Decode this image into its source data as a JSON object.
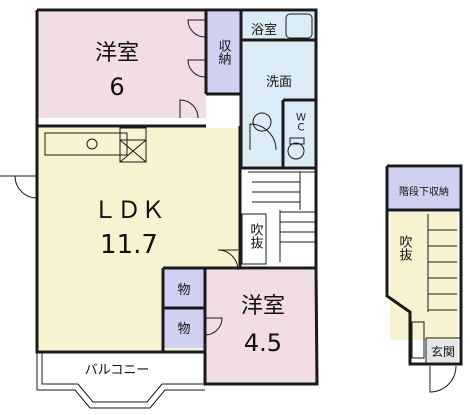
{
  "rooms": {
    "western_6": {
      "label": "洋室",
      "size": "6",
      "fill": "#f0dde6"
    },
    "closet": {
      "label": "収納",
      "fill": "#d0d0f0"
    },
    "bath": {
      "label": "浴室",
      "fill": "#dcecf6"
    },
    "washroom": {
      "label": "洗面",
      "fill": "#dcecf6"
    },
    "toilet": {
      "label": "ＷＣ",
      "fill": "#dcecf6"
    },
    "ldk": {
      "label": "ＬＤＫ",
      "size": "11.7",
      "fill": "#f7f3d0"
    },
    "void_upper": {
      "label": "吹抜"
    },
    "storage_1": {
      "label": "物",
      "fill": "#d0d0f0"
    },
    "storage_2": {
      "label": "物",
      "fill": "#d0d0f0"
    },
    "western_45": {
      "label": "洋室",
      "size": "4.5",
      "fill": "#f0dde6"
    },
    "balcony": {
      "label": "バルコニー"
    },
    "under_stair_storage": {
      "label": "階段下収納",
      "fill": "#d0d0f0"
    },
    "void_lower": {
      "label": "吹抜"
    },
    "entrance": {
      "label": "玄関",
      "fill": "#e6e6e6"
    },
    "lower_floor": {
      "fill": "#f7f3d0"
    }
  }
}
